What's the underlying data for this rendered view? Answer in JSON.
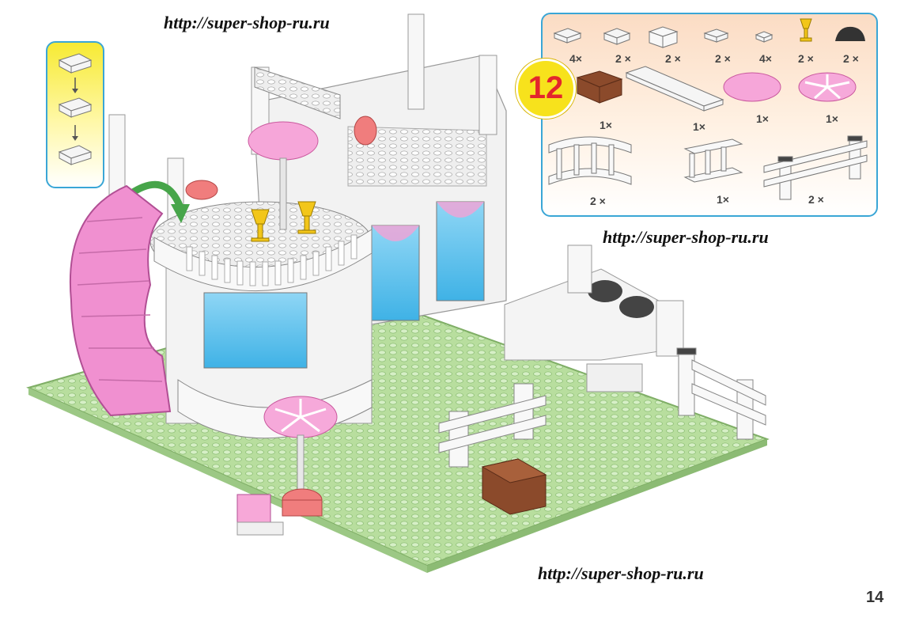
{
  "watermarks": [
    "http://super-shop-ru.ru",
    "http://super-shop-ru.ru",
    "http://super-shop-ru.ru"
  ],
  "step_number": "12",
  "page_number": "14",
  "parts": [
    {
      "icon": "plate-2x2-with-clip",
      "qty": "4×"
    },
    {
      "icon": "clip-plate",
      "qty": "2 ×"
    },
    {
      "icon": "brick-2x2",
      "qty": "2 ×"
    },
    {
      "icon": "hinge-plate",
      "qty": "2 ×"
    },
    {
      "icon": "plate-1x1",
      "qty": "4×"
    },
    {
      "icon": "gold-goblet",
      "qty": "2 ×"
    },
    {
      "icon": "dark-rock-dome",
      "qty": "2 ×"
    },
    {
      "icon": "brown-treasure-chest",
      "qty": "1×"
    },
    {
      "icon": "long-plate-2x8",
      "qty": "1×"
    },
    {
      "icon": "pink-round-umbrella",
      "qty": "1×"
    },
    {
      "icon": "pink-parasol",
      "qty": "1×"
    },
    {
      "icon": "curved-balustrade",
      "qty": "2 ×"
    },
    {
      "icon": "straight-balustrade",
      "qty": "1×"
    },
    {
      "icon": "white-fence",
      "qty": "2 ×"
    }
  ],
  "colors": {
    "frame": "#3aa6d6",
    "badge": "#f7e21c",
    "badge_text": "#e3262c",
    "baseplate": "#b7dd9f",
    "pink": "#f08fd0",
    "brown": "#8b4a2b"
  }
}
